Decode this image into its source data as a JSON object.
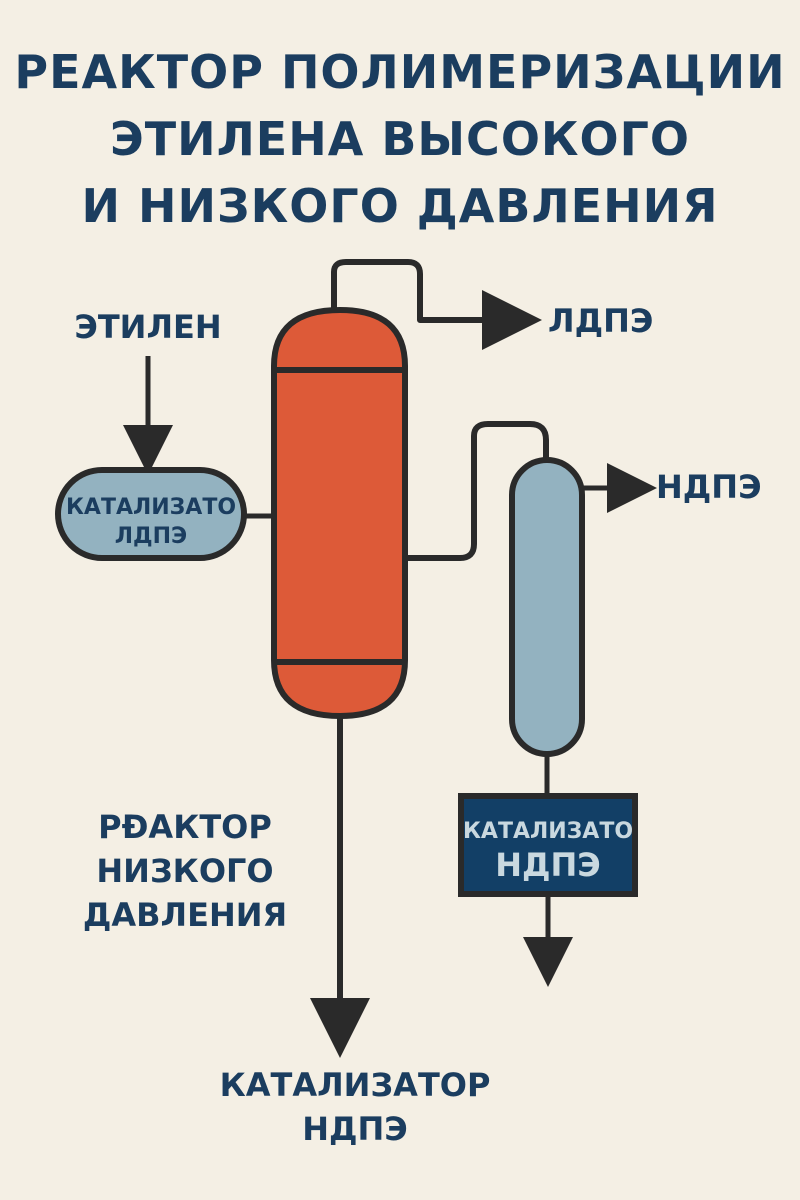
{
  "title": {
    "line1": "РЕАКТОР ПОЛИМЕРИЗАЦИИ",
    "line2": "ЭТИЛЕНА ВЫСОКОГО",
    "line3": "И НИЗКОГО ДАВЛЕНИЯ"
  },
  "labels": {
    "ethylene": "ЭТИЛЕН",
    "ldpe_out": "ЛДПЭ",
    "hdpe_out": "НДПЭ",
    "catalyst_ldpe_line1": "КАТАЛИЗАТО",
    "catalyst_ldpe_line2": "ЛДПЭ",
    "catalyst_hdpe_box_line1": "КАТАЛИЗАТО",
    "catalyst_hdpe_box_line2": "НДПЭ",
    "low_pressure_reactor_line1": "РĐАКТОР",
    "low_pressure_reactor_line2": "НИЗКОГО",
    "low_pressure_reactor_line3": "ДАВЛЕНИЯ",
    "bottom_catalyst_line1": "КАТАЛИЗАТОР",
    "bottom_catalyst_line2": "НДПЭ"
  },
  "colors": {
    "background": "#f4efe4",
    "text_navy": "#1b3d5f",
    "line_dark": "#2a2a2a",
    "reactor_orange": "#dd5a38",
    "vessel_blue": "#93b2c0",
    "box_navy": "#123f66",
    "box_text": "#c9d8df"
  }
}
